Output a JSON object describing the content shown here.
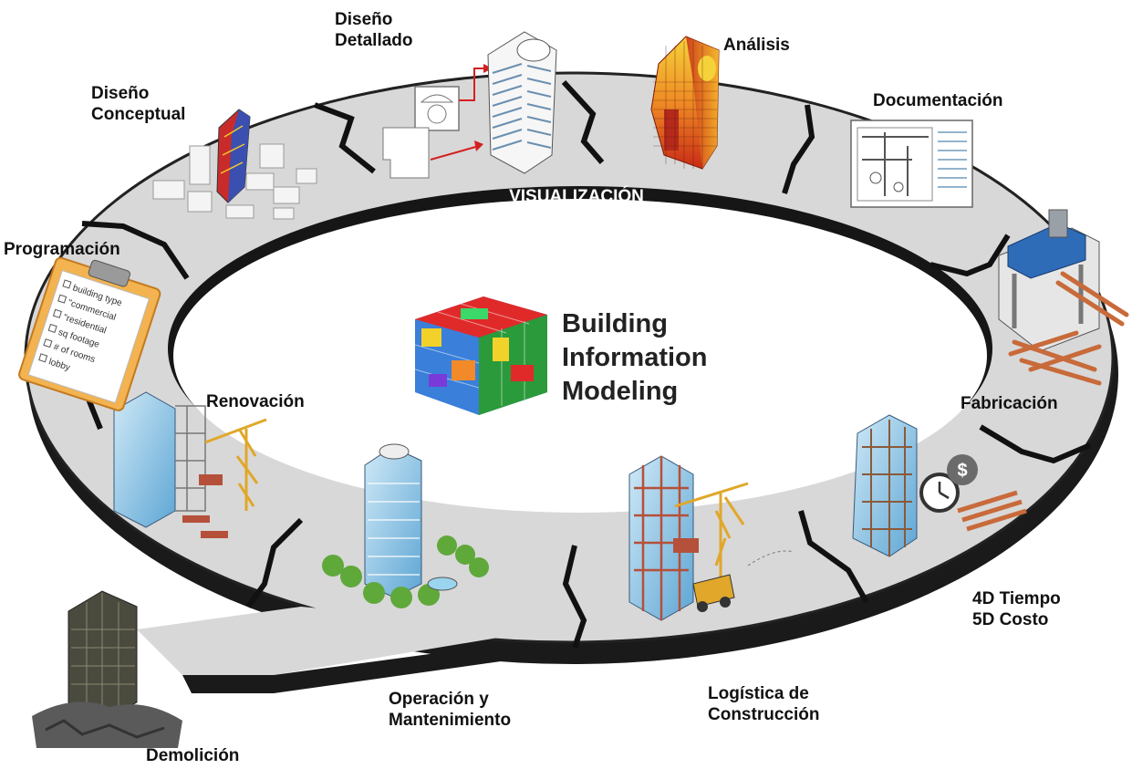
{
  "center_title": [
    "Building",
    "Information",
    "Modeling"
  ],
  "ribbon_label": "VISUALIZACIÓN",
  "stages": {
    "diseno_conceptual": [
      "Diseño",
      "Conceptual"
    ],
    "diseno_detallado": [
      "Diseño",
      "Detallado"
    ],
    "analisis": [
      "Análisis"
    ],
    "documentacion": [
      "Documentación"
    ],
    "fabricacion": [
      "Fabricación"
    ],
    "tiempo_costo": [
      "4D Tiempo",
      "5D Costo"
    ],
    "logistica": [
      "Logística de",
      "Construcción"
    ],
    "operacion": [
      "Operación y",
      "Mantenimiento"
    ],
    "renovacion": [
      "Renovación"
    ],
    "demolicion": [
      "Demolición"
    ],
    "programacion": [
      "Programación"
    ]
  },
  "clipboard_items": [
    "building type",
    "\"commercial",
    "\"residential",
    "sq footage",
    "# of rooms",
    "lobby"
  ],
  "colors": {
    "ring_top": "#d9d9d9",
    "ring_edge": "#1a1a1a",
    "ring_side": "#c6c6c6",
    "glass": "#8fc6e6",
    "analysis_red": "#d9411b",
    "analysis_yellow": "#f2c62a",
    "wood": "#c86a3a",
    "crane": "#e0a72a"
  }
}
